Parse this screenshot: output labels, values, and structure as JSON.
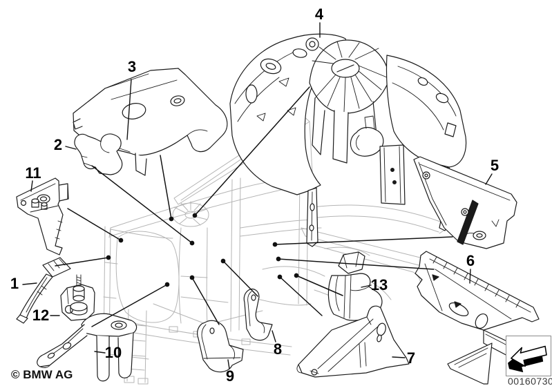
{
  "diagram": {
    "type": "exploded-parts-line-drawing",
    "background": "#ffffff",
    "colors": {
      "part_line": "#1a1a1a",
      "body_structure_line": "#b4b4b4",
      "label_text": "#000000"
    }
  },
  "callouts": [
    {
      "label": "1"
    },
    {
      "label": "2"
    },
    {
      "label": "3"
    },
    {
      "label": "4"
    },
    {
      "label": "5"
    },
    {
      "label": "6"
    },
    {
      "label": "7"
    },
    {
      "label": "8"
    },
    {
      "label": "9"
    },
    {
      "label": "10"
    },
    {
      "label": "11"
    },
    {
      "label": "12"
    },
    {
      "label": "13"
    }
  ],
  "footer": {
    "copyright": "© BMW AG",
    "part_number": "00160730"
  },
  "icons": {
    "direction_arrow": "arrow-pointing-lower-left"
  }
}
